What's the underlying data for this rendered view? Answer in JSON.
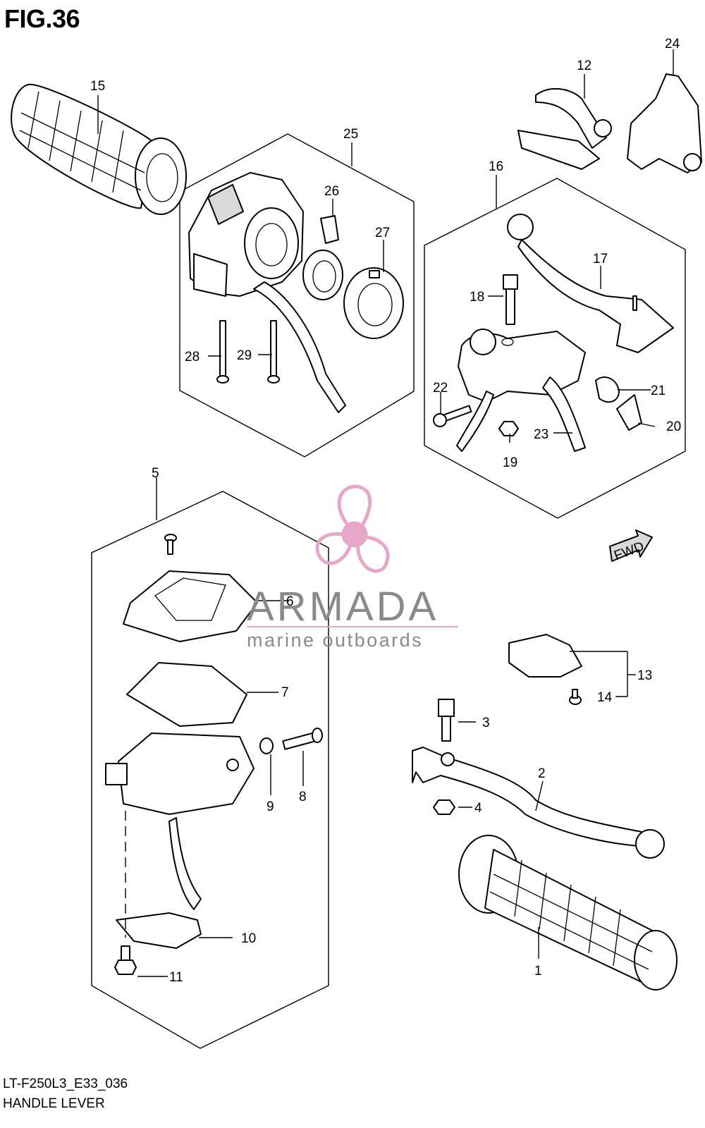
{
  "figure": {
    "title": "FIG.36",
    "code": "LT-F250L3_E33_036",
    "name": "HANDLE LEVER"
  },
  "watermark": {
    "brand": "ARMADA",
    "tagline": "marine outboards",
    "logo_icon": "propeller-icon",
    "colors": {
      "pink": "#e8a6c8",
      "gray": "#8a8a8a"
    }
  },
  "direction_badge": {
    "label": "FWD",
    "icon": "forward-arrow-icon"
  },
  "callouts": {
    "c1": "1",
    "c2": "2",
    "c3": "3",
    "c4": "4",
    "c5": "5",
    "c6": "6",
    "c7": "7",
    "c8": "8",
    "c9": "9",
    "c10": "10",
    "c11": "11",
    "c12": "12",
    "c13": "13",
    "c14": "14",
    "c15": "15",
    "c16": "16",
    "c17": "17",
    "c18": "18",
    "c19": "19",
    "c20": "20",
    "c21": "21",
    "c22": "22",
    "c23": "23",
    "c24": "24",
    "c25": "25",
    "c26": "26",
    "c27": "27",
    "c28": "28",
    "c29": "29"
  }
}
